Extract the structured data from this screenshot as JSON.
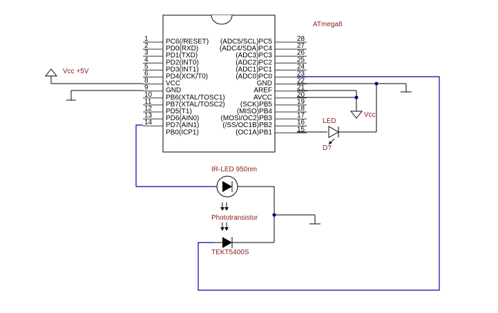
{
  "chip": {
    "name": "ATmega8",
    "left_pins": [
      {
        "num": "1",
        "label": "PC6(/RESET)"
      },
      {
        "num": "2",
        "label": "PD0(RXD)"
      },
      {
        "num": "3",
        "label": "PD1(TXD)"
      },
      {
        "num": "4",
        "label": "PD2(INT0)"
      },
      {
        "num": "5",
        "label": "PD3(INT1)"
      },
      {
        "num": "6",
        "label": "PD4(XCK/T0)"
      },
      {
        "num": "8",
        "label": "VCC"
      },
      {
        "num": "9",
        "label": "GND"
      },
      {
        "num": "10",
        "label": "PB6(XTAL/TOSC1)"
      },
      {
        "num": "11",
        "label": "PB7(XTAL/TOSC2)"
      },
      {
        "num": "12",
        "label": "PD5(T1)"
      },
      {
        "num": "13",
        "label": "PD6(AIN0)"
      },
      {
        "num": "14",
        "label": "PD7(AIN1)"
      },
      {
        "num": "",
        "label": "PB0(ICP1)"
      }
    ],
    "right_pins": [
      {
        "num": "28",
        "label": "(ADC5/SCL)PC5"
      },
      {
        "num": "27",
        "label": "(ADC4/SDA)PC4"
      },
      {
        "num": "26",
        "label": "(ADC3)PC3"
      },
      {
        "num": "25",
        "label": "(ADC2)PC2"
      },
      {
        "num": "24",
        "label": "(ADC1)PC1"
      },
      {
        "num": "23",
        "label": "(ADC0)PC0"
      },
      {
        "num": "22",
        "label": "GND"
      },
      {
        "num": "21",
        "label": "AREF"
      },
      {
        "num": "20",
        "label": "AVCC"
      },
      {
        "num": "19",
        "label": "(SCK)PB5"
      },
      {
        "num": "18",
        "label": "(MISO)PB4"
      },
      {
        "num": "17",
        "label": "(MOSI/OC2)PB3"
      },
      {
        "num": "16",
        "label": "(/SS/OC1B)PB2"
      },
      {
        "num": "15",
        "label": "(OC1A)PB1"
      }
    ]
  },
  "labels": {
    "vcc_main": "Vcc +5V",
    "vcc_avcc": "Vcc",
    "led": "LED",
    "led_ref": "D?",
    "ir_led": "IR-LED 950nm",
    "phototransistor": "Phototransistor",
    "tekt": "TEKT5400S"
  },
  "colors": {
    "wire": "#0000aa",
    "label_red": "#8b1a1a",
    "component": "#000000"
  },
  "icons": {
    "vcc_symbol": "triangle-power-icon",
    "ground_symbol": "ground-icon",
    "led_symbol": "diode-icon"
  }
}
